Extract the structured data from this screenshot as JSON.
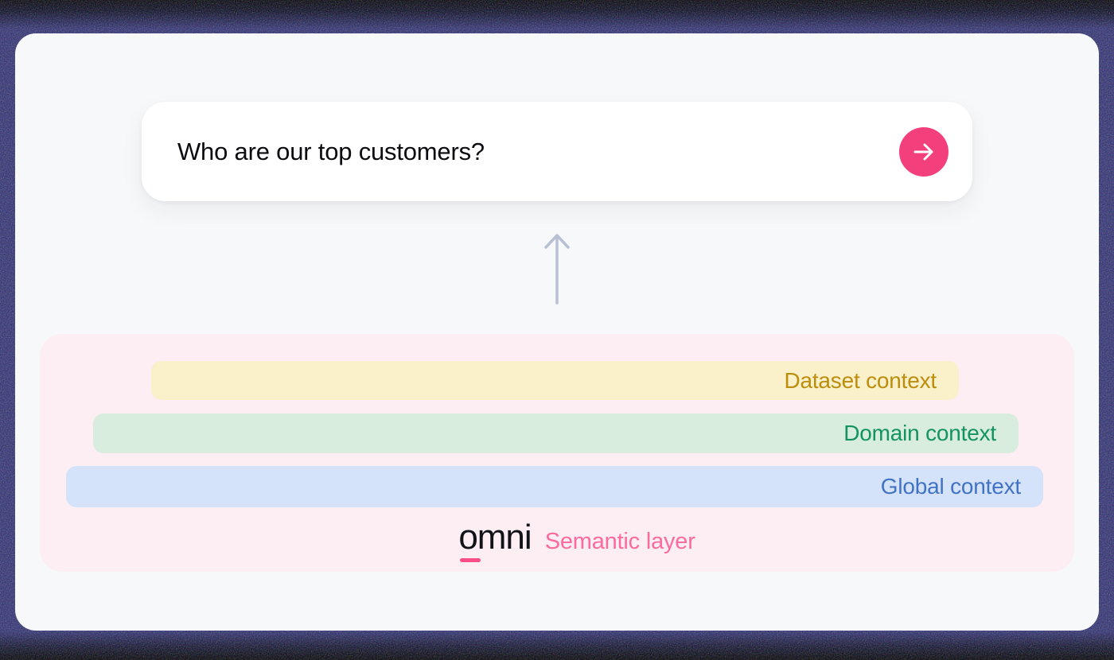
{
  "query_bar": {
    "text": "Who are our top customers?",
    "submit_icon": "arrow-right-icon"
  },
  "flow": {
    "arrow_icon": "arrow-up-icon"
  },
  "semantic_panel": {
    "layers": [
      {
        "label": "Dataset context",
        "bg": "#FAF0C9",
        "fg": "#BD8E0E"
      },
      {
        "label": "Domain context",
        "bg": "#D8EDDE",
        "fg": "#12935F"
      },
      {
        "label": "Global context",
        "bg": "#D5E3FA",
        "fg": "#4173C5"
      }
    ],
    "brand": {
      "logo_text": "omni",
      "caption": "Semantic layer"
    }
  },
  "colors": {
    "accent_pink": "#F43F7D",
    "caption_pink": "#FB6B9E",
    "logo_underline_pink": "#FB4F85",
    "panel_bg": "#FDEEF3",
    "frame_navy": "#2D2E6B",
    "canvas_bg": "#F7F8F9",
    "arrow_gray": "#B8C0D3"
  }
}
